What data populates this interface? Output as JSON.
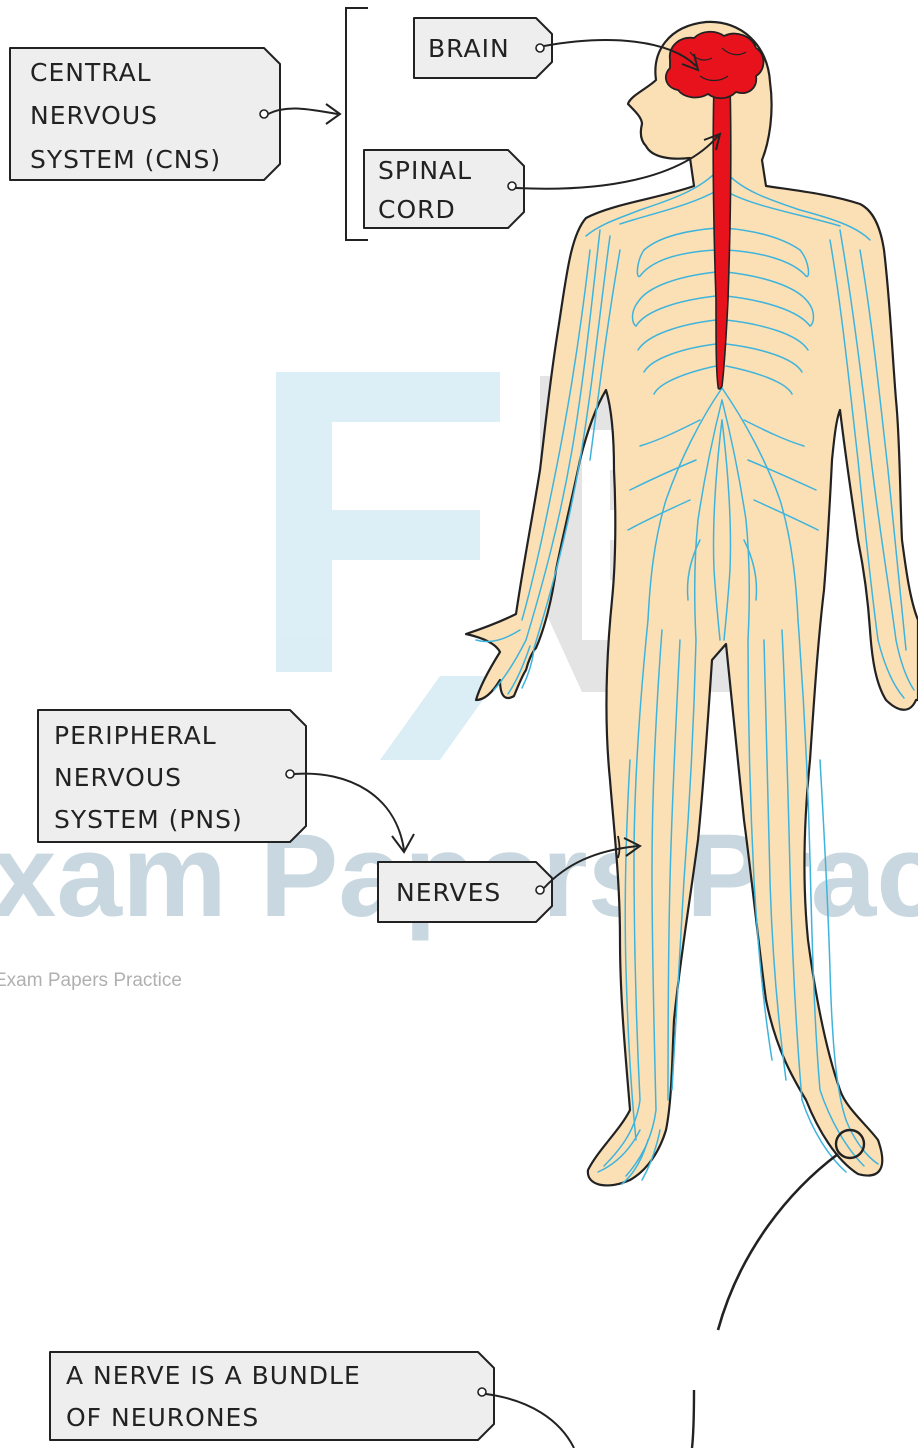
{
  "labels": {
    "cns": [
      "CENTRAL",
      "NERVOUS",
      "SYSTEM (CNS)"
    ],
    "brain": "BRAIN",
    "spinal_cord": [
      "SPINAL",
      "CORD"
    ],
    "pns": [
      "PERIPHERAL",
      "NERVOUS",
      "SYSTEM (PNS)"
    ],
    "nerves": "NERVES",
    "bundle": [
      "A NERVE IS A BUNDLE",
      "OF NEURONES"
    ]
  },
  "watermark": {
    "logo_letters": "EP",
    "banner": "Exam Papers Practice",
    "caption": "Exam Papers Practice"
  },
  "colors": {
    "skin": "#fbe0b6",
    "outline": "#222222",
    "nerve": "#3eb4dc",
    "brain": "#e8121c",
    "tag_fill": "#eeeeee",
    "watermark_e": "#d6ecf4",
    "watermark_p": "#dcdcdc"
  }
}
